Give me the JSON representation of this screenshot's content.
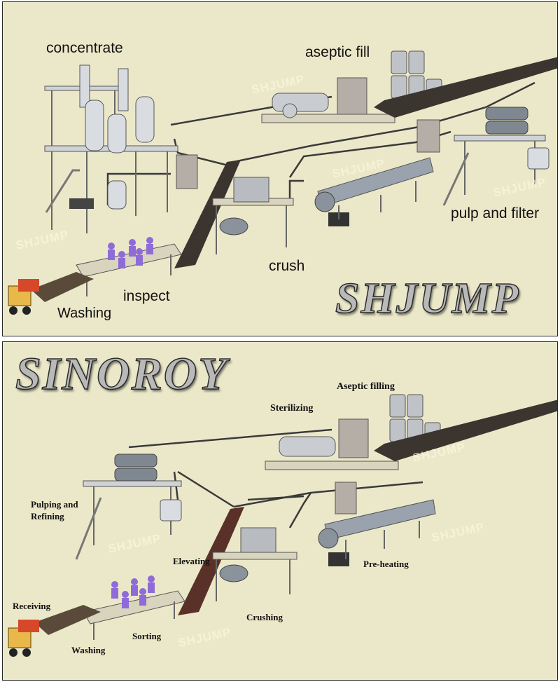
{
  "top_panel": {
    "brand": "SHJUMP",
    "watermark": "SHJUMP",
    "labels": {
      "concentrate": "concentrate",
      "aseptic_fill": "aseptic fill",
      "pulp_and_filter": "pulp and filter",
      "crush": "crush",
      "inspect": "inspect",
      "washing": "Washing"
    }
  },
  "bottom_panel": {
    "brand": "SINOROY",
    "watermark": "SHJUMP",
    "labels": {
      "aseptic_filling": "Aseptic filling",
      "sterilizing": "Sterilizing",
      "pulping_line1": "Pulping and",
      "pulping_line2": "Refining",
      "elevating": "Elevating",
      "pre_heating": "Pre-heating",
      "receiving": "Receiving",
      "crushing": "Crushing",
      "sorting": "Sorting",
      "washing": "Washing"
    }
  },
  "colors": {
    "background": "#ebe8c9",
    "steel": "#c9cdd2",
    "pipe": "#3a3a3a",
    "worker": "#8f6bd8",
    "conveyor": "#3b3530",
    "machine": "#b5aea6"
  },
  "icons": [
    "evaporator-tower-icon",
    "filler-tanks-icon",
    "conveyor-belt-icon",
    "preheater-tube-icon",
    "pulper-icon",
    "crusher-icon",
    "elevator-icon",
    "truck-icon",
    "worker-icon"
  ]
}
